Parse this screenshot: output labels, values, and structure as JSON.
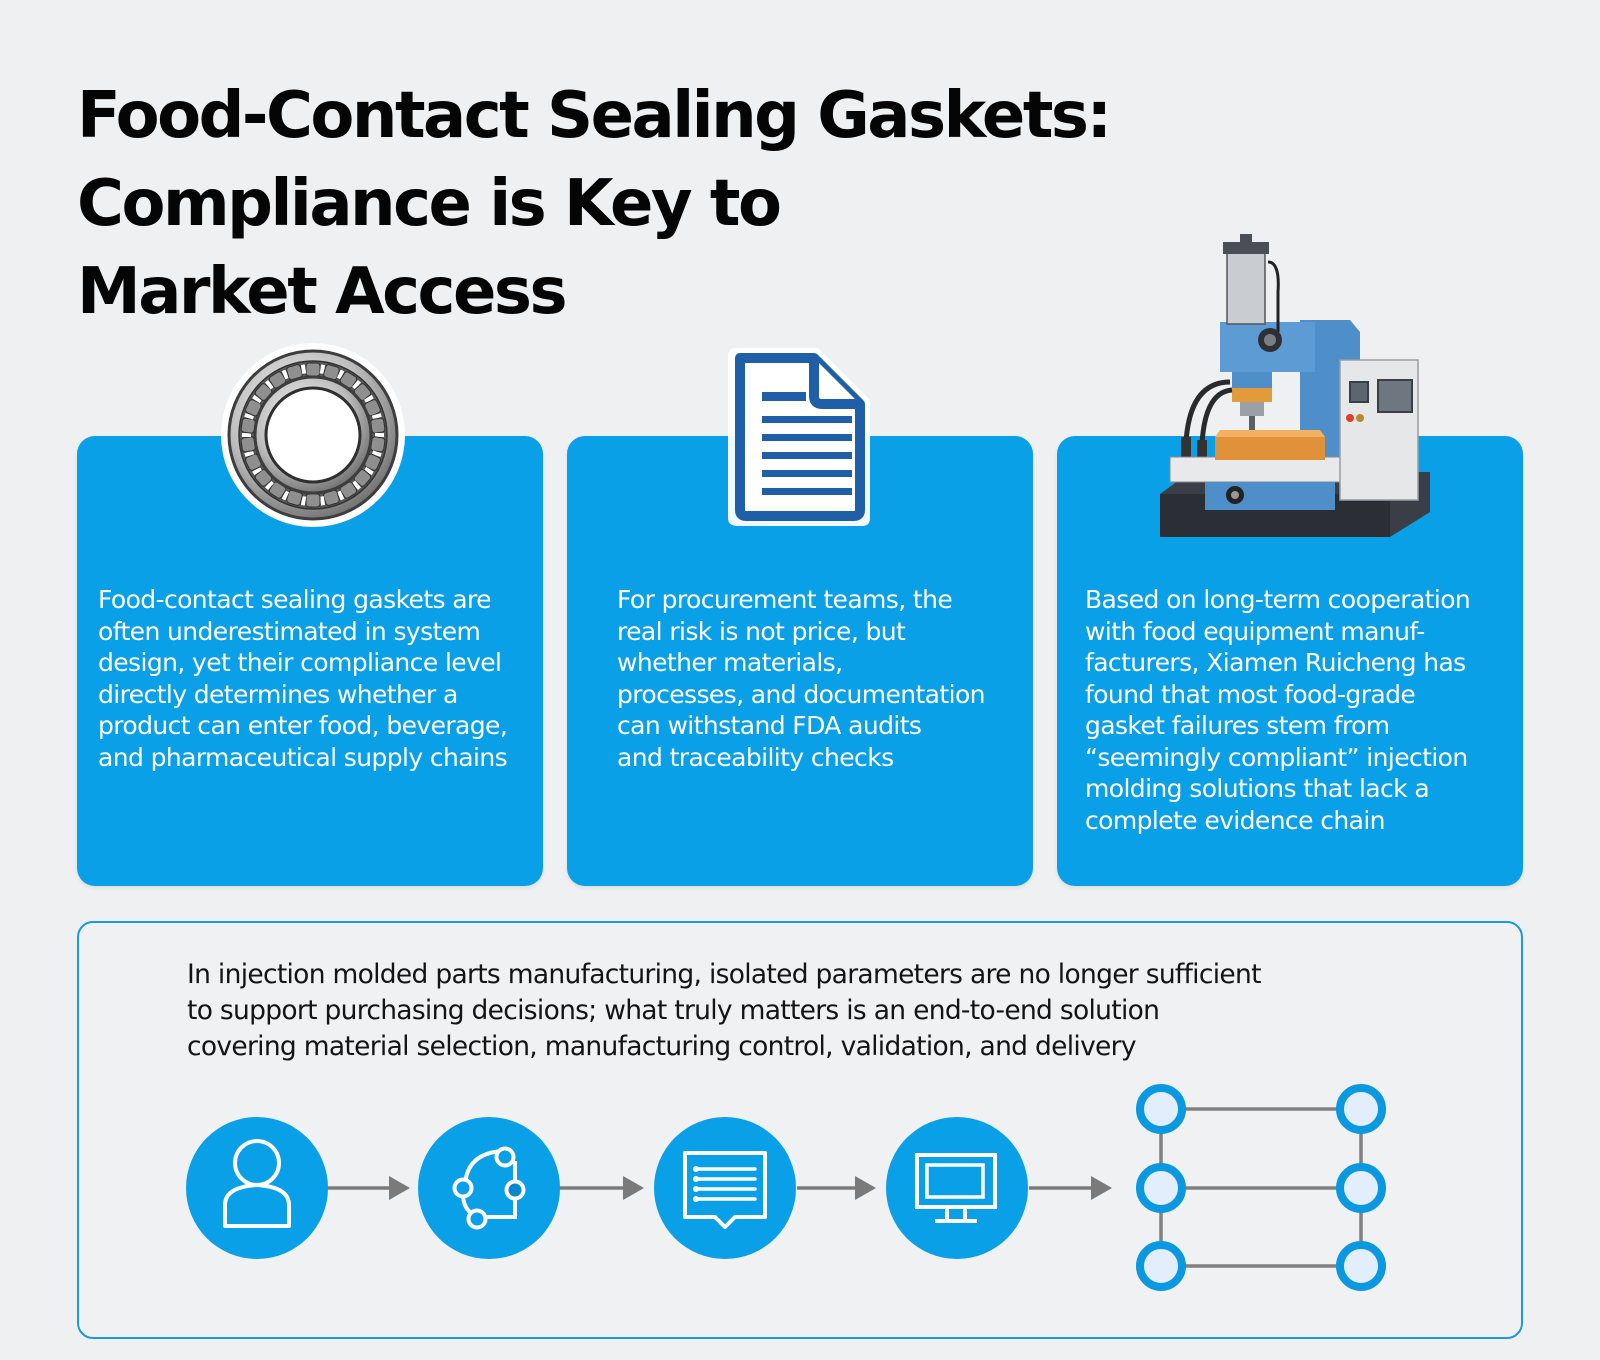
{
  "header": {
    "title_lines": [
      "Food-Contact Sealing Gaskets:",
      "Compliance is Key to",
      "Market Access"
    ]
  },
  "cards": [
    {
      "icon": "bearing-icon",
      "lines": [
        "Food-contact sealing gaskets are",
        "often underestimated in system",
        "design, yet their compliance level",
        "directly determines whether a",
        "product can enter food, beverage,",
        "and pharmaceutical supply chains"
      ]
    },
    {
      "icon": "document-icon",
      "lines": [
        "For procurement teams, the",
        "real risk is not price, but",
        "whether materials,",
        "processes, and documentation",
        "can withstand FDA audits",
        "and traceability checks"
      ]
    },
    {
      "icon": "injection-machine-icon",
      "lines": [
        "Based on long-term cooperation",
        "with food equipment manuf-",
        "facturers, Xiamen Ruicheng has",
        "found that most food-grade",
        "gasket failures stem from",
        "“seemingly compliant” injection",
        "molding solutions that lack a",
        "complete evidence chain"
      ]
    }
  ],
  "summary": {
    "lines": [
      "In injection molded parts manufacturing, isolated parameters are no longer sufficient",
      "to support purchasing decisions; what truly matters is an end-to-end solution",
      "covering material selection, manufacturing control, validation, and delivery"
    ]
  },
  "flow": {
    "steps": [
      "user-icon",
      "network-nodes-icon",
      "checklist-message-icon",
      "monitor-icon",
      "node-grid-icon"
    ]
  },
  "colors": {
    "accent": "#0aa0e8",
    "border": "#1a9ae0",
    "doc_blue": "#1f5fa8",
    "arrow_gray": "#7a7a7a",
    "node_fill": "#e3eefc"
  }
}
